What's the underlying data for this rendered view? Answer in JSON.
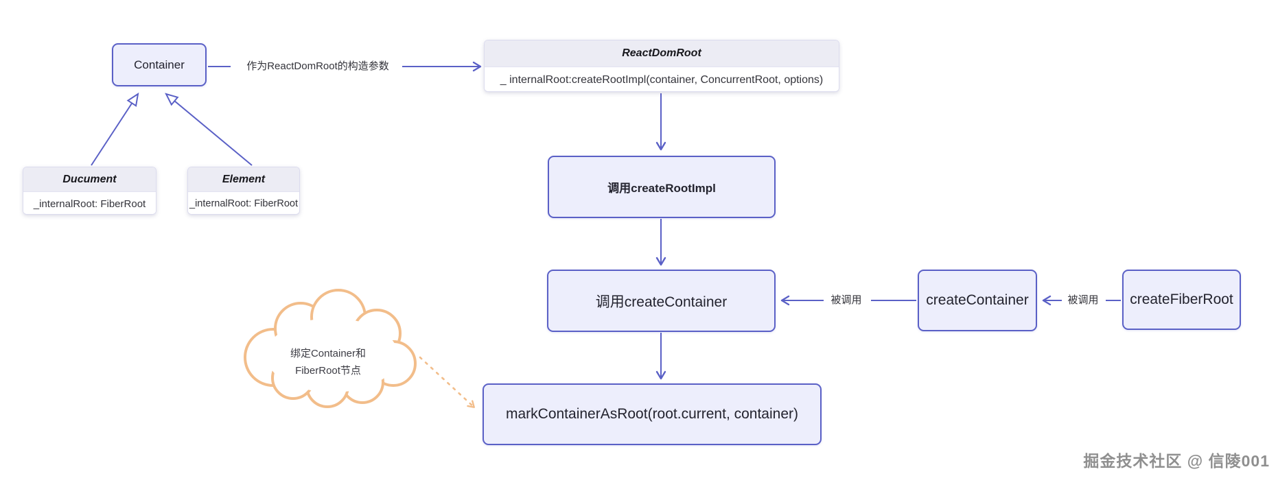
{
  "nodes": {
    "container": {
      "label": "Container"
    },
    "react_dom_root": {
      "title": "ReactDomRoot",
      "attr": "_ internalRoot:createRootImpl(container, ConcurrentRoot, options)"
    },
    "ducument": {
      "title": "Ducument",
      "attr": "_internalRoot: FiberRoot"
    },
    "element": {
      "title": "Element",
      "attr": "_internalRoot: FiberRoot"
    },
    "call_create_root_impl": {
      "label": "调用createRootImpl"
    },
    "call_create_container": {
      "label": "调用createContainer"
    },
    "create_container": {
      "label": "createContainer"
    },
    "create_fiber_root": {
      "label": "createFiberRoot"
    },
    "mark_container_as_root": {
      "label": "markContainerAsRoot(root.current, container)"
    }
  },
  "edges": {
    "constructor_param_label": "作为ReactDomRoot的构造参数",
    "called_label_1": "被调用",
    "called_label_2": "被调用"
  },
  "annotation_cloud": {
    "line1": "绑定Container和",
    "line2": "FiberRoot节点"
  },
  "watermark": "掘金技术社区 @ 信陵001",
  "colors": {
    "accent": "#5a60c6",
    "cloud_stroke": "#f2bd8a",
    "node_fill": "#edeefc",
    "class_header_fill": "#ececf4"
  }
}
